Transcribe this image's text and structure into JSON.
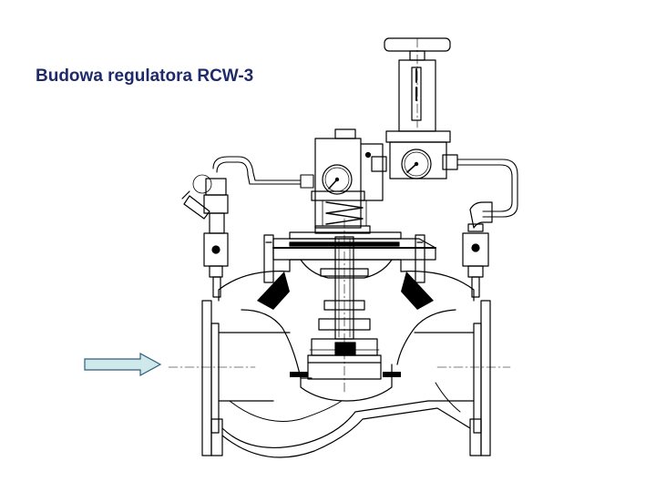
{
  "slide": {
    "title": "Budowa regulatora RCW-3"
  },
  "colors": {
    "title": "#1f2a6b",
    "line": "#000000",
    "arrow_fill": "#cfe8ec",
    "arrow_stroke": "#2f5d7a"
  },
  "icons": {
    "flow_arrow": "flow-direction-arrow",
    "gauges": [
      "pressure-gauge-left",
      "pressure-gauge-right"
    ],
    "handwheel": "adjustment-handwheel"
  }
}
